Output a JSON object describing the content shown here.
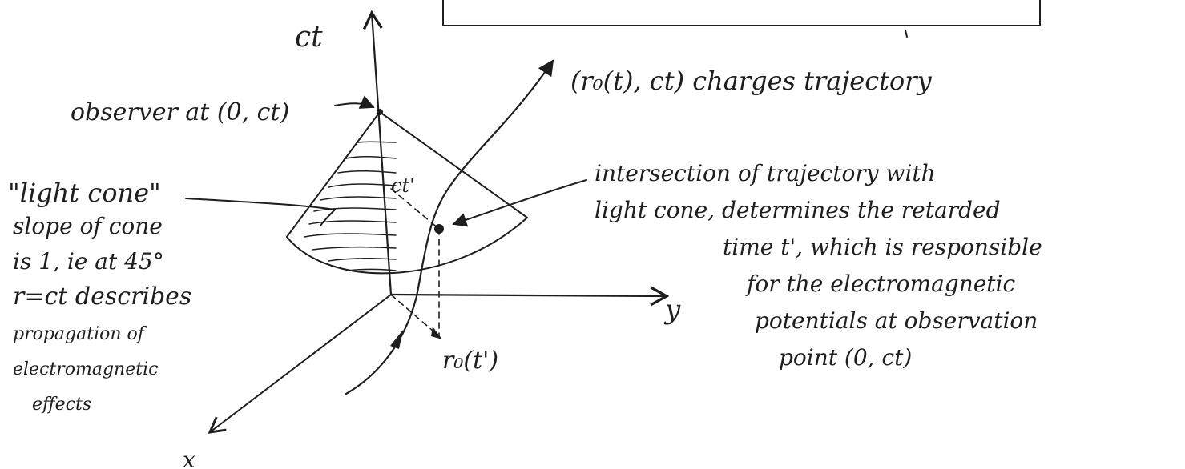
{
  "axes": {
    "time_axis_label": "ct",
    "y_axis_label": "y",
    "x_axis_label": "x"
  },
  "annotations": {
    "observer": "observer at (0, ct)",
    "trajectory": "(r₀(t), ct) charges trajectory",
    "light_cone": "\"light cone\"",
    "slope_note": [
      "slope of cone",
      "is 1, ie at 45°",
      "r=ct describes",
      "propagation of",
      "electromagnetic",
      "effects"
    ],
    "intersection_note": [
      "intersection of trajectory with",
      "light cone, determines the retarded",
      "time t', which is responsible",
      "for the electromagnetic",
      "potentials at observation",
      "point (0, ct)"
    ],
    "retarded_time_label": "ct'",
    "retarded_position_label": "r₀(t')"
  },
  "colors": {
    "ink": "#1e1e1e",
    "paper": "#ffffff"
  }
}
